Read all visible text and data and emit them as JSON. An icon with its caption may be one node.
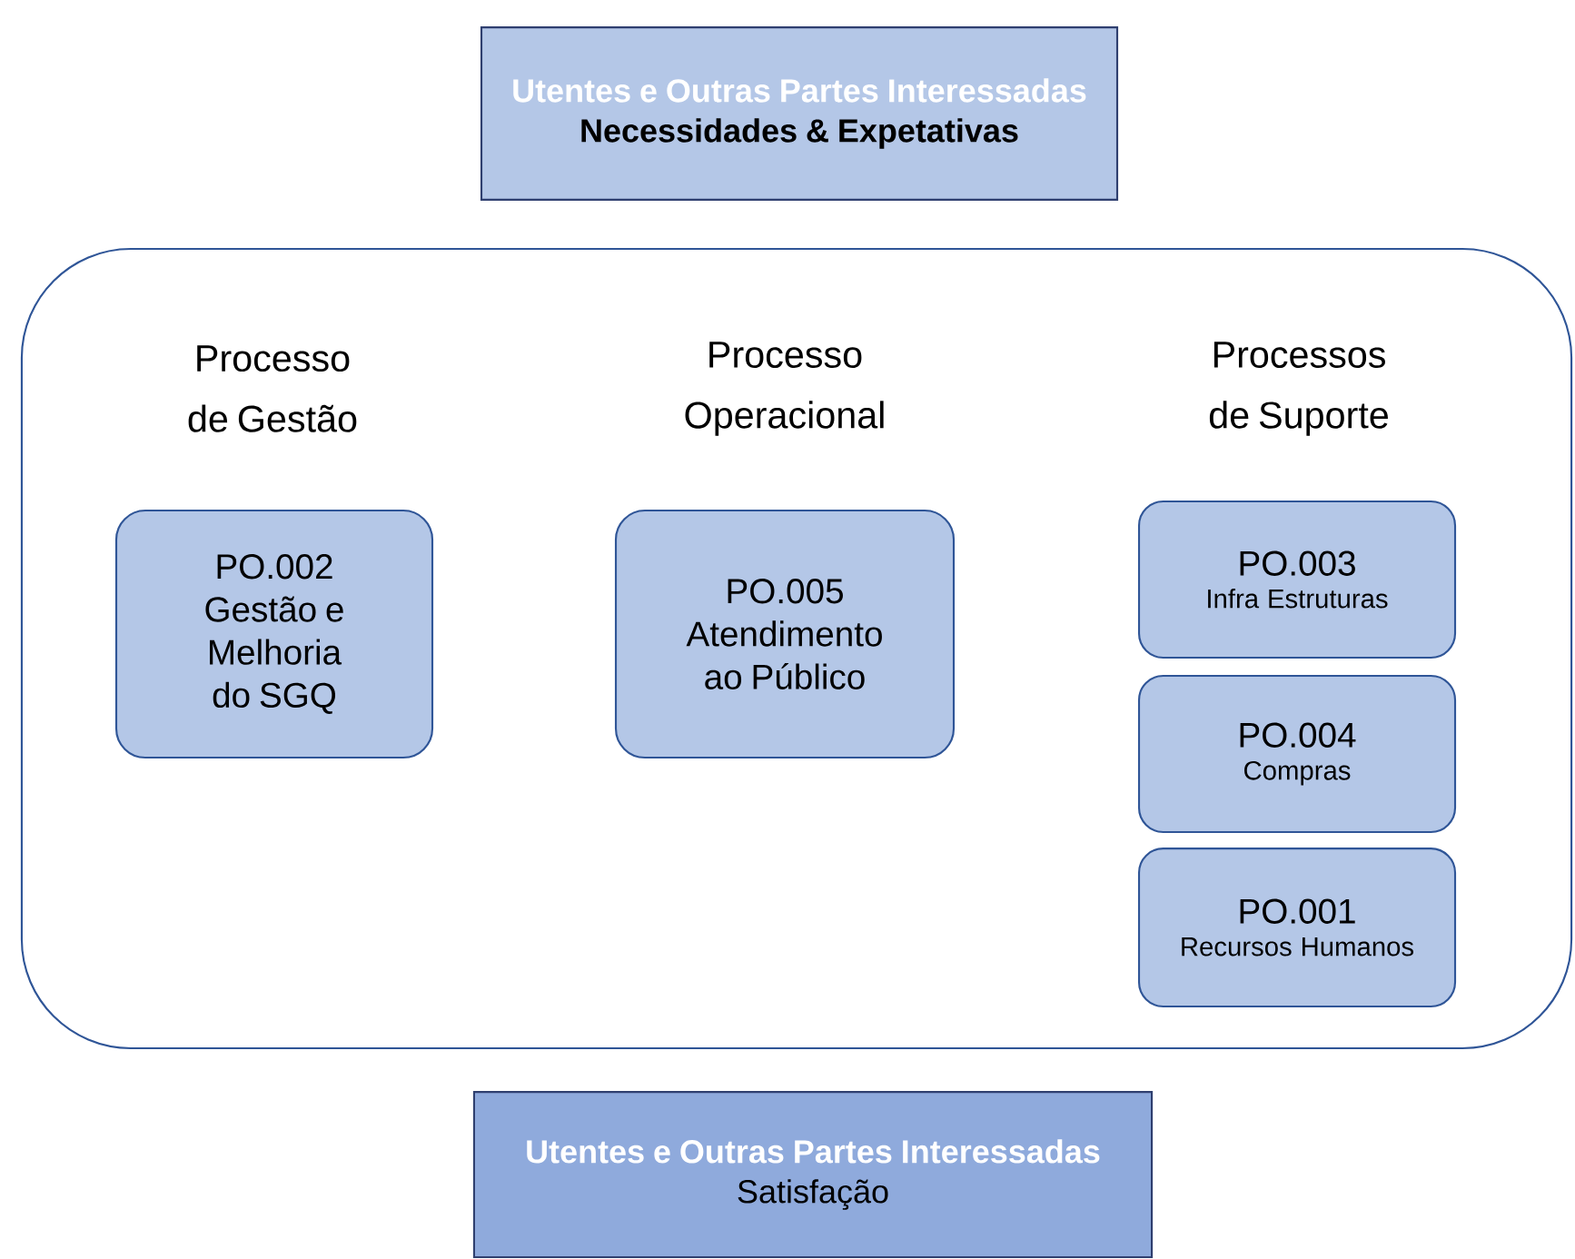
{
  "diagram": {
    "nodes": [
      {
        "text": [
          "Utentes e Outras Partes Interessadas",
          "Necessidades & Expetativas"
        ]
      },
      {
        "text": [],
        "shape": "box"
      },
      {
        "text": [
          "PO.002",
          "Gestão e Melhoria do SGQ"
        ],
        "in": 1
      },
      {
        "text": [
          "PO.005",
          "Atendimento ao Público"
        ],
        "in": 1
      },
      {
        "text": [
          "PO.003",
          "Infra Estruturas"
        ],
        "in": 1
      },
      {
        "text": [
          "PO.004",
          "Compras"
        ],
        "in": 1
      },
      {
        "text": [
          "PO.001",
          "Recursos Humanos"
        ],
        "in": 1
      },
      {
        "text": [
          "Utentes e Outras Partes Interessadas",
          "Satisfação"
        ]
      }
    ],
    "labels": [
      "Processo de Gestão",
      "Processo Operacional",
      "Processos de Suporte"
    ]
  }
}
